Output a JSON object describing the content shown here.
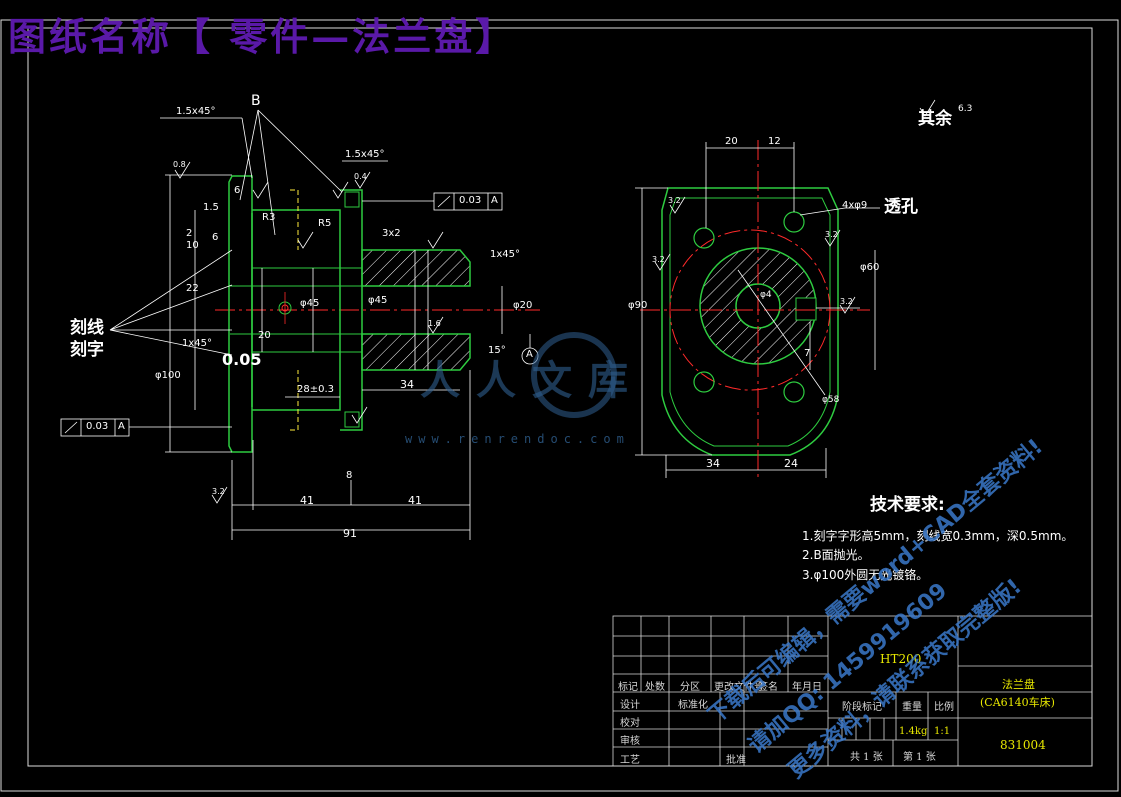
{
  "banner": {
    "title": "图纸名称【 零件—法兰盘】"
  },
  "views": {
    "top_right_roughness": "其余",
    "roughness_value": "6.3",
    "through_hole": "透孔",
    "engrave_line": "刻线",
    "engrave_char": "刻字"
  },
  "dims_left": {
    "chamfer1": "1.5x45°",
    "chamfer2": "1.5x45°",
    "chamfer3": "1x45°",
    "chamfer4": "1x45°",
    "B": "B",
    "d6": "6",
    "d15": "1.5",
    "d2": "2",
    "d10": "10",
    "d6b": "6",
    "d22": "22",
    "d20": "20",
    "dia45": "φ45",
    "dia45b": "φ45",
    "dia20": "φ20",
    "dia100": "φ100",
    "d3x2": "3x2",
    "r3": "R3",
    "r5": "R5",
    "d28": "28±0.3",
    "d34": "34",
    "d8": "8",
    "d41a": "41",
    "d41b": "41",
    "d91": "91",
    "d005": "0.05",
    "ang15": "15°",
    "tol1": "0.03",
    "tolA1": "A",
    "tol2": "0.03",
    "tolA2": "A",
    "datumA": "A",
    "r08": "0.8",
    "r04": "0.4",
    "r16": "1.6",
    "r32": "3.2"
  },
  "dims_right": {
    "d20": "20",
    "d12": "12",
    "holes": "4xφ9",
    "dia90": "φ90",
    "dia60": "φ60",
    "dia4": "φ4",
    "dia58": "φ58",
    "d7": "7",
    "d34": "34",
    "d24": "24",
    "r32a": "3.2",
    "r32b": "3.2",
    "r32c": "3.2",
    "r32d": "3.2"
  },
  "tech_req": {
    "heading": "技术要求:",
    "items": [
      "1.刻字字形高5mm，刻线宽0.3mm，深0.5mm。",
      "2.B面抛光。",
      "3.φ100外圆无光镀铬。"
    ]
  },
  "title_block": {
    "material": "HT200",
    "part_name": "法兰盘",
    "part_sub": "(CA6140车床)",
    "drawing_no": "831004",
    "row_labels": [
      "标记",
      "处数",
      "分区",
      "更改文件号",
      "签名",
      "年月日"
    ],
    "left_labels": [
      "设计",
      "校对",
      "审核",
      "工艺"
    ],
    "std": "标准化",
    "approve": "批准",
    "stage": "阶段标记",
    "weight": "重量",
    "scale": "比例",
    "weight_val": "1.4kg",
    "scale_val": "1:1",
    "sheets": "共 1 张",
    "sheet_no": "第 1 张"
  },
  "watermark": {
    "url": "www.renrendoc.com",
    "logo_text": "人人文库",
    "line1": "下载后可编辑，需要word+CAD全套资料!",
    "line2": "请加QQ: 1459919609",
    "line3": "更多资料，请联系获取完整版!"
  }
}
